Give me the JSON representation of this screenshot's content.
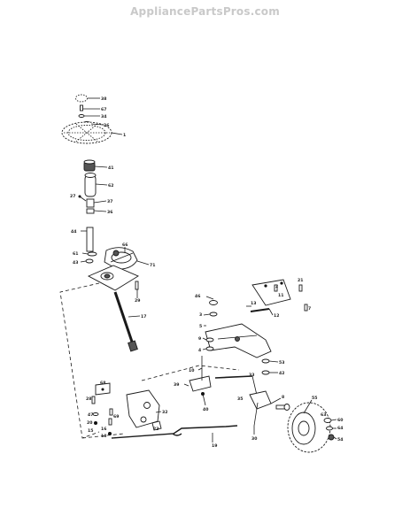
{
  "watermark": "AppliancePartsPros.com",
  "callouts": [
    {
      "id": "c38",
      "text": "38"
    },
    {
      "id": "c67",
      "text": "67"
    },
    {
      "id": "c34",
      "text": "34"
    },
    {
      "id": "c26",
      "text": "26"
    },
    {
      "id": "c1",
      "text": "1"
    },
    {
      "id": "c41",
      "text": "41"
    },
    {
      "id": "c62",
      "text": "62"
    },
    {
      "id": "c27a",
      "text": "27"
    },
    {
      "id": "c37",
      "text": "37"
    },
    {
      "id": "c36",
      "text": "36"
    },
    {
      "id": "c44",
      "text": "44"
    },
    {
      "id": "c61",
      "text": "61"
    },
    {
      "id": "c43",
      "text": "43"
    },
    {
      "id": "c66",
      "text": "66"
    },
    {
      "id": "c71",
      "text": "71"
    },
    {
      "id": "c29",
      "text": "29"
    },
    {
      "id": "c17",
      "text": "17"
    },
    {
      "id": "c68",
      "text": "68"
    },
    {
      "id": "c28",
      "text": "28"
    },
    {
      "id": "c47",
      "text": "47"
    },
    {
      "id": "c69",
      "text": "69"
    },
    {
      "id": "c13",
      "text": "13"
    },
    {
      "id": "c12",
      "text": "12"
    },
    {
      "id": "c46",
      "text": "46"
    },
    {
      "id": "c3",
      "text": "3"
    },
    {
      "id": "c5",
      "text": "5"
    },
    {
      "id": "c9",
      "text": "9"
    },
    {
      "id": "c4",
      "text": "4"
    },
    {
      "id": "c10",
      "text": "10"
    },
    {
      "id": "c39",
      "text": "39"
    },
    {
      "id": "c40",
      "text": "40"
    },
    {
      "id": "c33",
      "text": "33"
    },
    {
      "id": "c53",
      "text": "53"
    },
    {
      "id": "c42",
      "text": "42"
    },
    {
      "id": "c8",
      "text": "8"
    },
    {
      "id": "c55",
      "text": "55"
    },
    {
      "id": "c20",
      "text": "20"
    },
    {
      "id": "c15",
      "text": "15"
    },
    {
      "id": "c16",
      "text": "16"
    },
    {
      "id": "c18",
      "text": "18"
    },
    {
      "id": "c19",
      "text": "19"
    },
    {
      "id": "c32",
      "text": "32"
    },
    {
      "id": "c23",
      "text": "23"
    },
    {
      "id": "c35",
      "text": "35"
    },
    {
      "id": "c2",
      "text": "2"
    },
    {
      "id": "c21",
      "text": "21"
    },
    {
      "id": "c7",
      "text": "7"
    },
    {
      "id": "c11",
      "text": "11"
    },
    {
      "id": "c63",
      "text": "63"
    },
    {
      "id": "c64",
      "text": "64"
    },
    {
      "id": "c60",
      "text": "60"
    },
    {
      "id": "c54",
      "text": "54"
    },
    {
      "id": "c30",
      "text": "30"
    }
  ]
}
